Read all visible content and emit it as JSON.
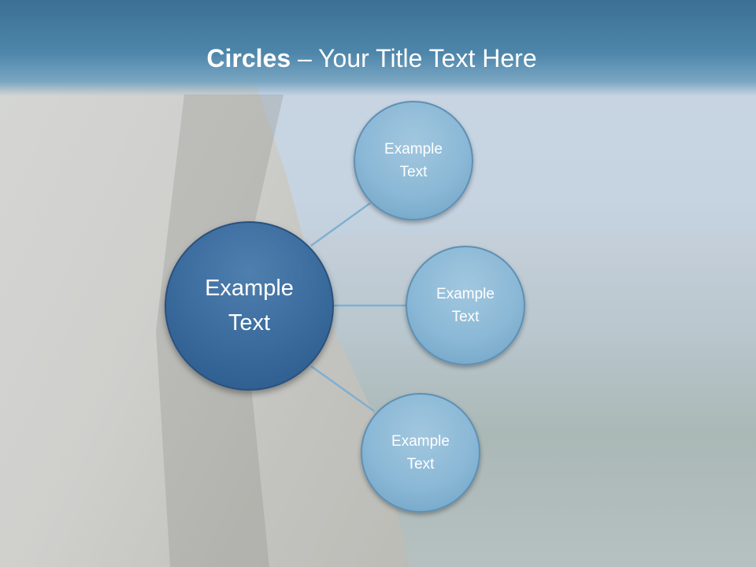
{
  "slide": {
    "title_bold": "Circles",
    "title_rest": " – Your Title Text Here"
  },
  "diagram": {
    "center": {
      "text": "Example\nText"
    },
    "satellites": [
      {
        "text": "Example\nText"
      },
      {
        "text": "Example\nText"
      },
      {
        "text": "Example\nText"
      }
    ],
    "colors": {
      "center_fill": "#3b6c9e",
      "satellite_fill": "#8ab8d6",
      "connector": "#7fb0d0",
      "title_bar": "#4d86aa"
    }
  }
}
